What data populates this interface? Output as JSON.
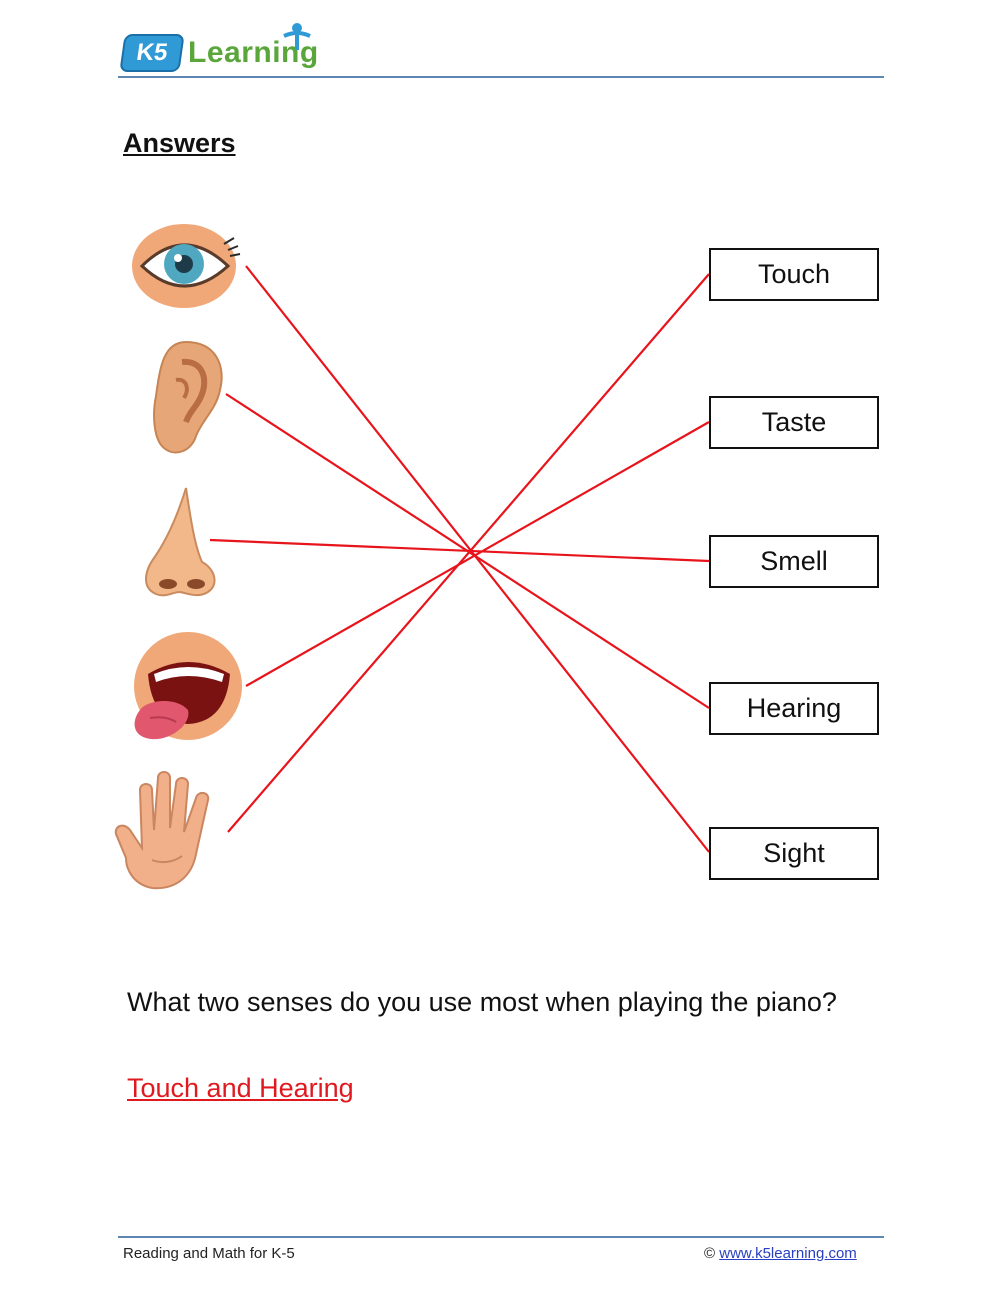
{
  "header": {
    "logo_k5": "K5",
    "logo_word": "Learning"
  },
  "title": "Answers",
  "organs": [
    {
      "name": "eye-icon"
    },
    {
      "name": "ear-icon"
    },
    {
      "name": "nose-icon"
    },
    {
      "name": "mouth-icon"
    },
    {
      "name": "hand-icon"
    }
  ],
  "senses": [
    "Touch",
    "Taste",
    "Smell",
    "Hearing",
    "Sight"
  ],
  "match_line_color": "#e8141c",
  "question": "What two senses do you use most when playing the piano?",
  "answer": "Touch and Hearing",
  "answer_color": "#e0191f",
  "footer": {
    "left": "Reading and Math for K-5",
    "copyright": "©",
    "link": "www.k5learning.com"
  }
}
